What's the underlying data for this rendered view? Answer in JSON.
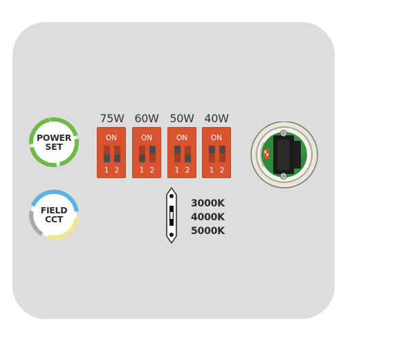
{
  "badges": {
    "power_set": {
      "line1": "POWER",
      "line2": "SET",
      "ring_color": "#6dbb45"
    },
    "field_cct": {
      "line1": "FIELD",
      "line2": "CCT",
      "ring_colors": [
        "#5bb3e3",
        "#f1e68c",
        "#a9a9a9"
      ]
    }
  },
  "wattage_switches": [
    {
      "label": "75W",
      "on_label": "ON",
      "num1": "1",
      "num2": "2"
    },
    {
      "label": "60W",
      "on_label": "ON",
      "num1": "1",
      "num2": "2"
    },
    {
      "label": "50W",
      "on_label": "ON",
      "num1": "1",
      "num2": "2"
    },
    {
      "label": "40W",
      "on_label": "ON",
      "num1": "1",
      "num2": "2"
    }
  ],
  "switch_positions": [
    [
      "down",
      "down"
    ],
    [
      "down",
      "up"
    ],
    [
      "up",
      "down"
    ],
    [
      "up",
      "up"
    ]
  ],
  "cct_options": [
    "3000K",
    "4000K",
    "5000K"
  ],
  "colors": {
    "panel": "#dddddd",
    "dip_body": "#d9532f",
    "knob_board": "#2f8a3c"
  }
}
